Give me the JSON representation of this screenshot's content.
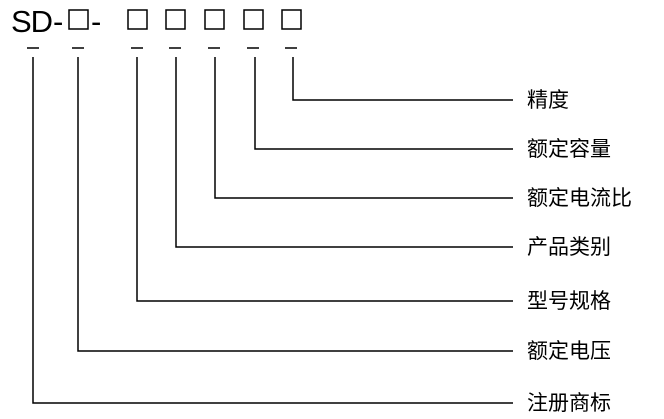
{
  "code": {
    "prefix": "SD",
    "separator": "-"
  },
  "labels": [
    {
      "id": "precision",
      "text": "精度"
    },
    {
      "id": "rated-capacity",
      "text": "额定容量"
    },
    {
      "id": "rated-current-ratio",
      "text": "额定电流比"
    },
    {
      "id": "product-category",
      "text": "产品类别"
    },
    {
      "id": "model-spec",
      "text": "型号规格"
    },
    {
      "id": "rated-voltage",
      "text": "额定电压"
    },
    {
      "id": "trademark",
      "text": "注册商标"
    }
  ],
  "colors": {
    "line": "#000000",
    "background": "#ffffff"
  }
}
